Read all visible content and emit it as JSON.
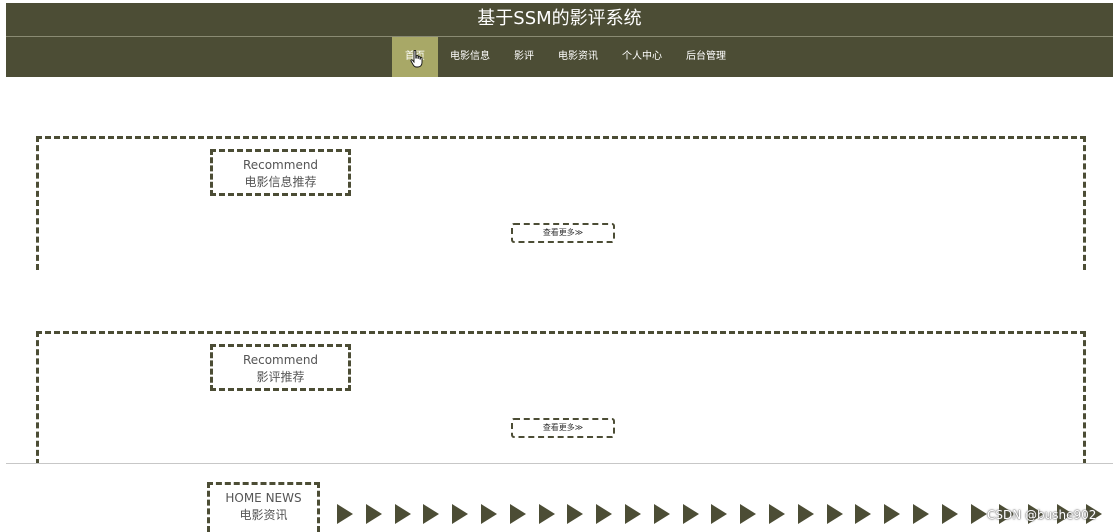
{
  "header": {
    "title": "基于SSM的影评系统",
    "bg_color": "#4c4d35"
  },
  "nav": {
    "active_color": "#a8a867",
    "items": [
      {
        "label": "首页",
        "active": true
      },
      {
        "label": "电影信息",
        "active": false
      },
      {
        "label": "影评",
        "active": false
      },
      {
        "label": "电影资讯",
        "active": false
      },
      {
        "label": "个人中心",
        "active": false
      },
      {
        "label": "后台管理",
        "active": false
      }
    ]
  },
  "sections": [
    {
      "title_en": "Recommend",
      "title_cn": "电影信息推荐",
      "more_label": "查看更多≫"
    },
    {
      "title_en": "Recommend",
      "title_cn": "影评推荐",
      "more_label": "查看更多≫"
    }
  ],
  "news": {
    "title_en": "HOME NEWS",
    "title_cn": "电影资讯",
    "arrow_icon": "play-arrow-icon"
  },
  "watermark": "CSDN @bushe902"
}
